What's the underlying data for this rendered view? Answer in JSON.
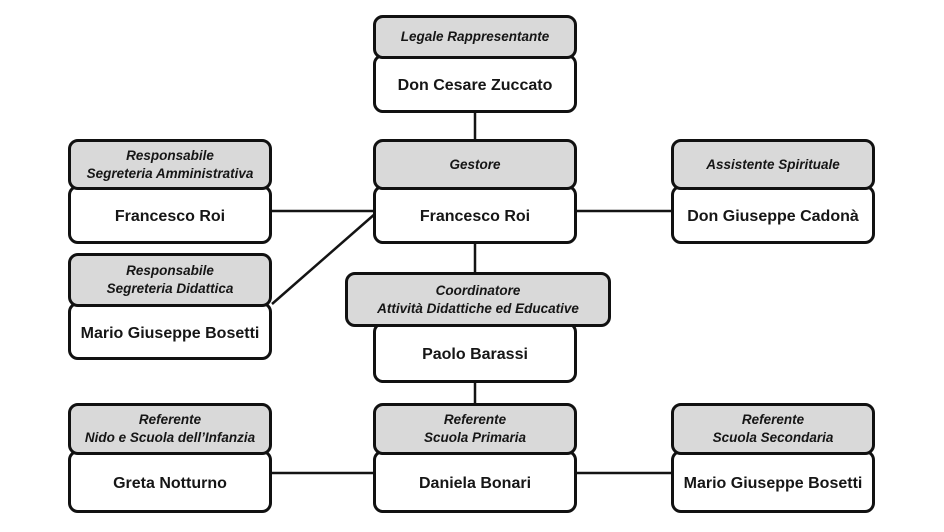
{
  "diagram": {
    "type": "org-chart",
    "nodes": [
      {
        "id": "legale-rappresentante",
        "title1": "Legale Rappresentante",
        "title2": "",
        "person": "Don Cesare Zuccato"
      },
      {
        "id": "resp-segreteria-amministrativa",
        "title1": "Responsabile",
        "title2": "Segreteria Amministrativa",
        "person": "Francesco Roi"
      },
      {
        "id": "gestore",
        "title1": "Gestore",
        "title2": "",
        "person": "Francesco Roi"
      },
      {
        "id": "assistente-spirituale",
        "title1": "Assistente Spirituale",
        "title2": "",
        "person": "Don Giuseppe Cadonà"
      },
      {
        "id": "resp-segreteria-didattica",
        "title1": "Responsabile",
        "title2": "Segreteria Didattica",
        "person": "Mario Giuseppe Bosetti"
      },
      {
        "id": "coordinatore",
        "title1": "Coordinatore",
        "title2": "Attività Didattiche ed Educative",
        "person": "Paolo Barassi"
      },
      {
        "id": "referente-infanzia",
        "title1": "Referente",
        "title2": "Nido e Scuola dell’Infanzia",
        "person": "Greta Notturno"
      },
      {
        "id": "referente-primaria",
        "title1": "Referente",
        "title2": "Scuola Primaria",
        "person": "Daniela Bonari"
      },
      {
        "id": "referente-secondaria",
        "title1": "Referente",
        "title2": "Scuola Secondaria",
        "person": "Mario Giuseppe Bosetti"
      }
    ],
    "edges": [
      {
        "from": "legale-rappresentante",
        "to": "gestore"
      },
      {
        "from": "resp-segreteria-amministrativa",
        "to": "gestore"
      },
      {
        "from": "gestore",
        "to": "assistente-spirituale"
      },
      {
        "from": "resp-segreteria-didattica",
        "to": "gestore"
      },
      {
        "from": "gestore",
        "to": "coordinatore"
      },
      {
        "from": "coordinatore",
        "to": "referente-primaria"
      },
      {
        "from": "referente-infanzia",
        "to": "referente-primaria"
      },
      {
        "from": "referente-primaria",
        "to": "referente-secondaria"
      }
    ]
  },
  "colors": {
    "header_fill": "#d9d9d9",
    "body_fill": "#ffffff",
    "border": "#111111",
    "connector": "#141414",
    "text": "#161616",
    "background": "#ffffff"
  }
}
